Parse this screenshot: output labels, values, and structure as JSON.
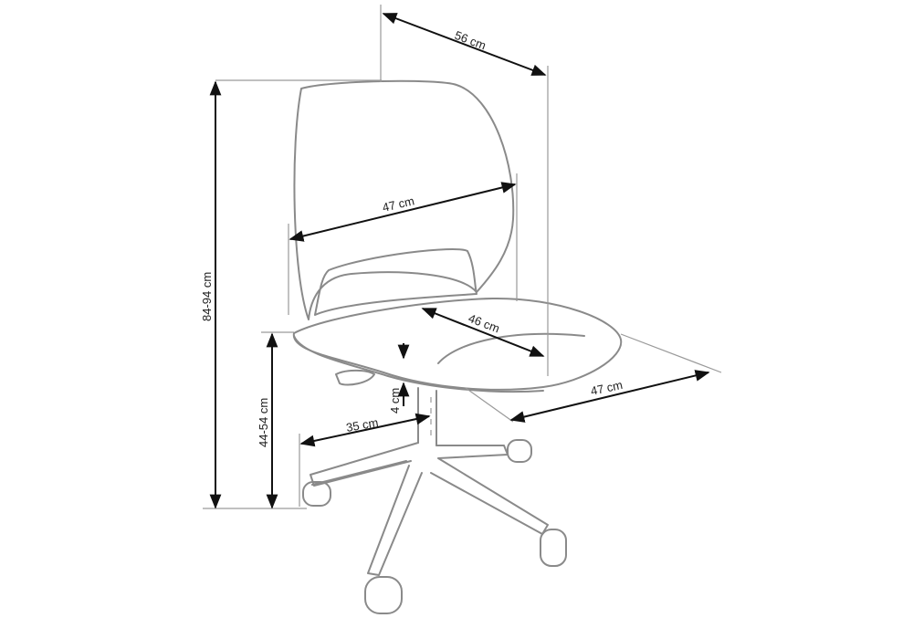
{
  "dimensions": {
    "width_overall": "56 cm",
    "backrest_width": "47 cm",
    "seat_depth": "46 cm",
    "seat_width": "47 cm",
    "total_height": "84-94 cm",
    "seat_height": "44-54 cm",
    "base_radius": "35 cm",
    "seat_thickness": "4 cm"
  },
  "colors": {
    "outline": "#8a8a8a",
    "dimension_line": "#111111"
  },
  "icon": "office-chair-dimension-drawing"
}
